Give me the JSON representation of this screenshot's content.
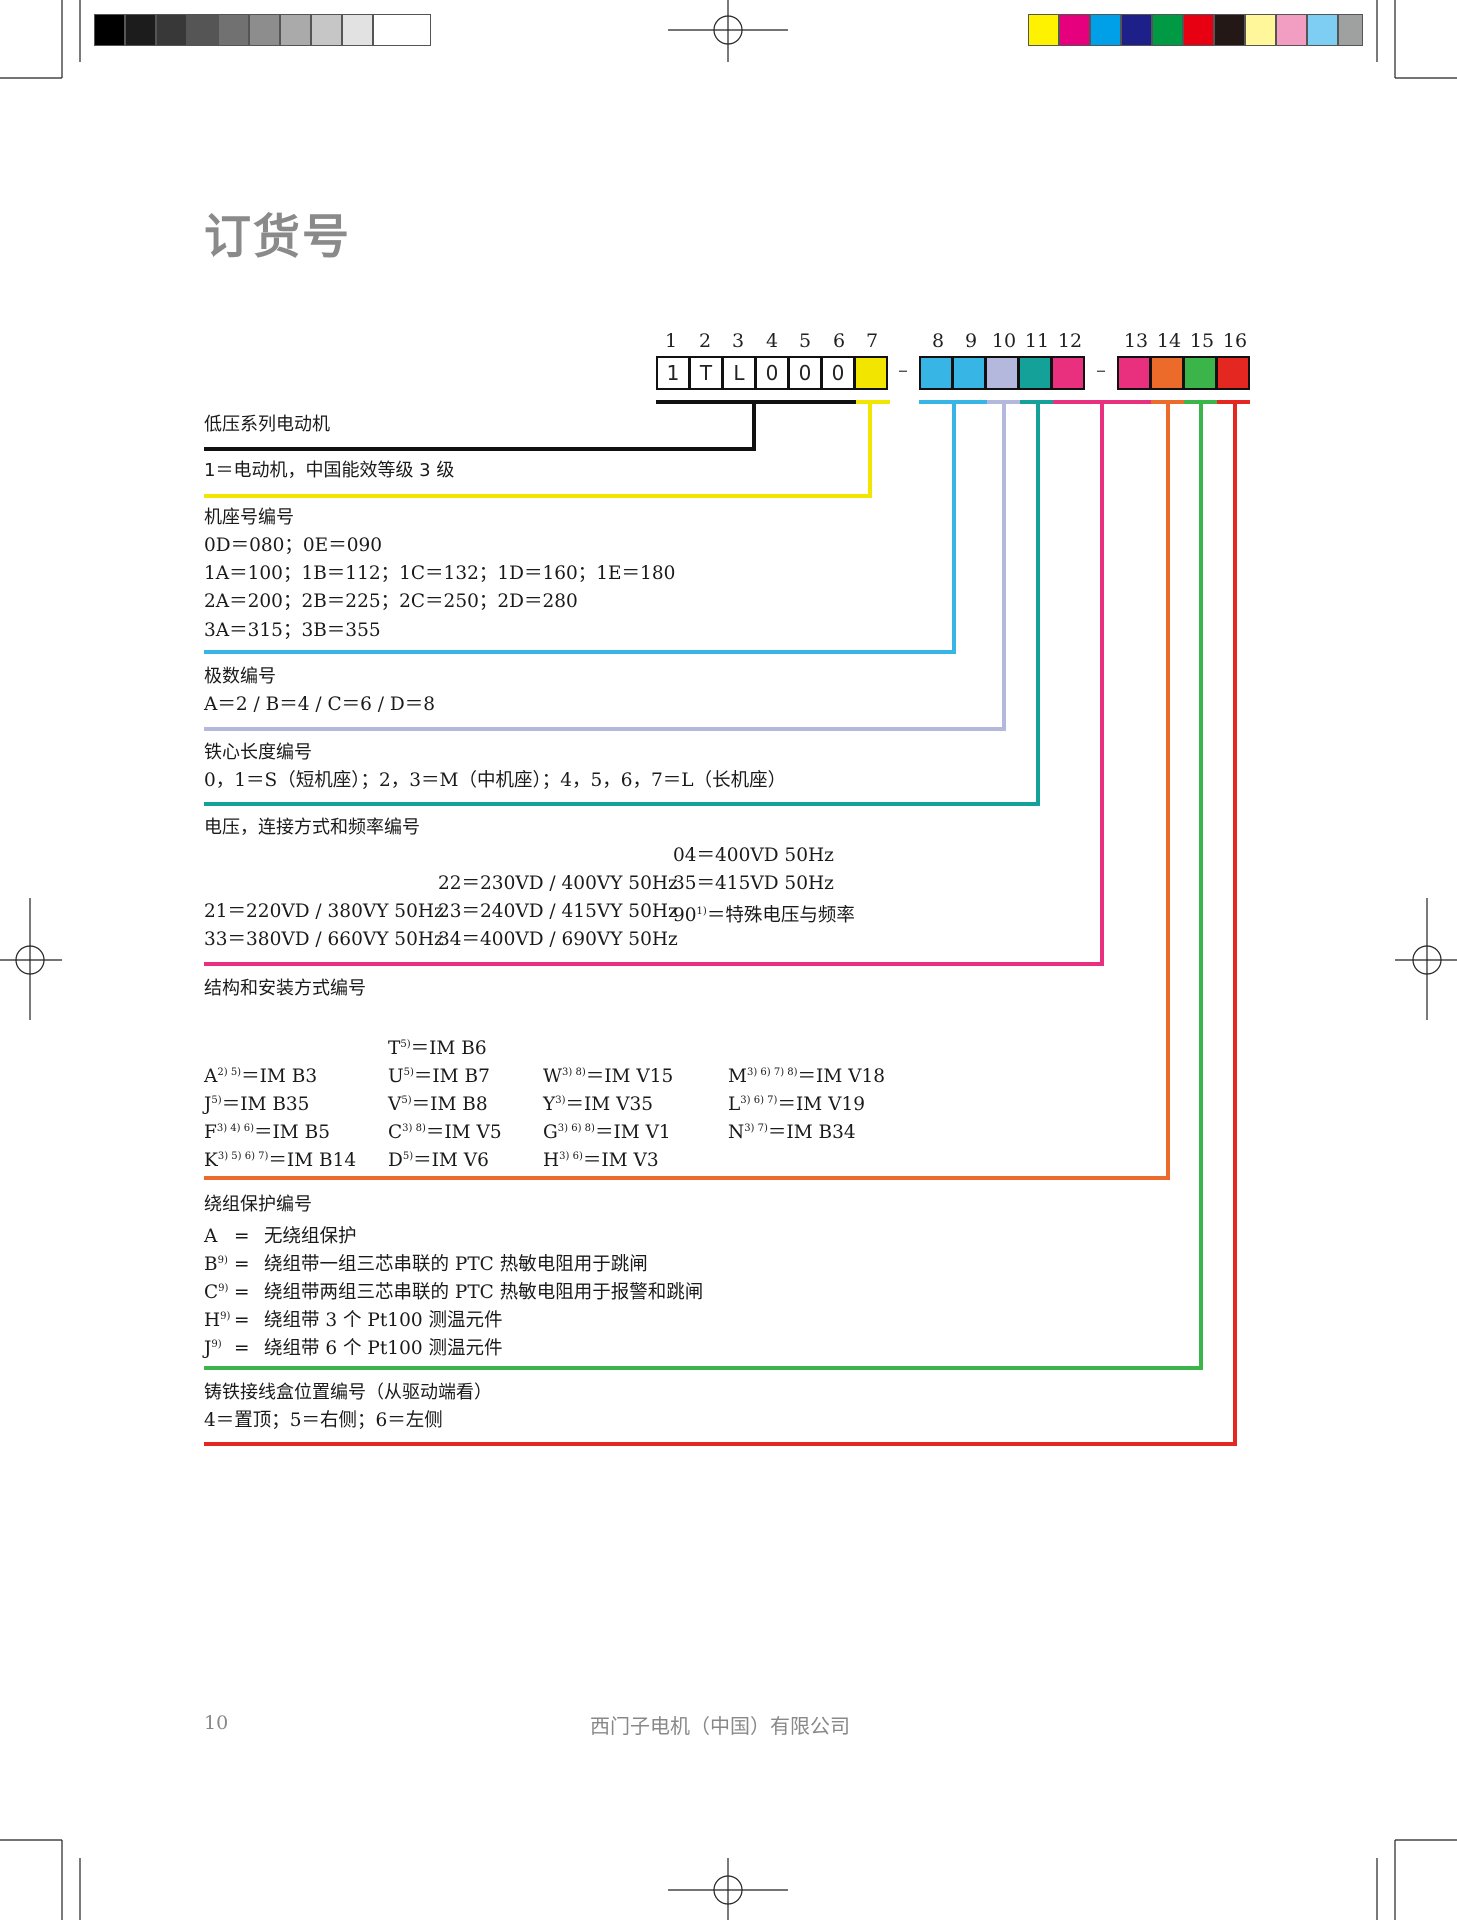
{
  "title": "订货号",
  "positions": [
    "1",
    "2",
    "3",
    "4",
    "5",
    "6",
    "7",
    "8",
    "9",
    "10",
    "11",
    "12",
    "13",
    "14",
    "15",
    "16"
  ],
  "code_chars": [
    "1",
    "T",
    "L",
    "0",
    "0",
    "0"
  ],
  "separators": [
    "–",
    "–"
  ],
  "colors": {
    "black": "#111111",
    "yellow": "#f2e600",
    "cyan": "#37b6e6",
    "lavender": "#b4b8dc",
    "teal": "#13a19a",
    "pink": "#e8307f",
    "magenta": "#e8307f",
    "orange": "#ec6a2a",
    "green": "#3bb44a",
    "red": "#e52722"
  },
  "sections": {
    "series": {
      "heading": "低压系列电动机"
    },
    "efficiency": {
      "line1": "1＝电动机，中国能效等级 3 级"
    },
    "frame": {
      "heading": "机座号编号",
      "lines": [
        "0D＝080；0E＝090",
        "1A＝100；1B＝112；1C＝132；1D＝160；1E＝180",
        "2A＝200；2B＝225；2C＝250；2D＝280",
        "3A＝315；3B＝355"
      ]
    },
    "poles": {
      "heading": "极数编号",
      "line1": "A＝2 / B＝4 / C＝6 / D＝8"
    },
    "core": {
      "heading": "铁心长度编号",
      "line1": "0，1＝S（短机座）；2，3＝M（中机座）；4，5，6，7＝L（长机座）"
    },
    "voltage": {
      "heading": "电压，连接方式和频率编号",
      "col1": [
        "21＝220VD / 380VY 50Hz",
        "33＝380VD / 660VY 50Hz"
      ],
      "col2": [
        "22＝230VD / 400VY 50Hz",
        "23＝240VD / 415VY 50Hz",
        "34＝400VD / 690VY 50Hz"
      ],
      "col3": [
        "04＝400VD 50Hz",
        "35＝415VD 50Hz"
      ],
      "special_code": "90",
      "special_sup": "1)",
      "special_text": "＝特殊电压与频率"
    },
    "mounting": {
      "heading": "结构和安装方式编号",
      "items": [
        {
          "code": "T",
          "sup": "5)",
          "value": "＝IM B6"
        },
        {
          "code": "A",
          "sup": "2) 5)",
          "value": "＝IM B3"
        },
        {
          "code": "J",
          "sup": "5)",
          "value": "＝IM B35"
        },
        {
          "code": "F",
          "sup": "3) 4) 6)",
          "value": "＝IM B5"
        },
        {
          "code": "K",
          "sup": "3) 5) 6) 7)",
          "value": "＝IM B14"
        },
        {
          "code": "U",
          "sup": "5)",
          "value": "＝IM B7"
        },
        {
          "code": "V",
          "sup": "5)",
          "value": "＝IM B8"
        },
        {
          "code": "C",
          "sup": "3) 8)",
          "value": "＝IM V5"
        },
        {
          "code": "D",
          "sup": "5)",
          "value": "＝IM V6"
        },
        {
          "code": "W",
          "sup": "3) 8)",
          "value": "＝IM V15"
        },
        {
          "code": "Y",
          "sup": "3)",
          "value": "＝IM V35"
        },
        {
          "code": "G",
          "sup": "3) 6) 8)",
          "value": "＝IM V1"
        },
        {
          "code": "H",
          "sup": "3) 6)",
          "value": "＝IM V3"
        },
        {
          "code": "M",
          "sup": "3) 6) 7) 8)",
          "value": "＝IM V18"
        },
        {
          "code": "L",
          "sup": "3) 6) 7)",
          "value": "＝IM V19"
        },
        {
          "code": "N",
          "sup": "3) 7)",
          "value": "＝IM B34"
        }
      ]
    },
    "winding": {
      "heading": "绕组保护编号",
      "items": [
        {
          "code": "A",
          "sup": "",
          "eq": "=",
          "text": "无绕组保护"
        },
        {
          "code": "B",
          "sup": "9)",
          "eq": "=",
          "text": "绕组带一组三芯串联的 PTC 热敏电阻用于跳闸"
        },
        {
          "code": "C",
          "sup": "9)",
          "eq": "=",
          "text": "绕组带两组三芯串联的 PTC 热敏电阻用于报警和跳闸"
        },
        {
          "code": "H",
          "sup": "9)",
          "eq": "=",
          "text": "绕组带 3 个 Pt100 测温元件"
        },
        {
          "code": "J",
          "sup": "9)",
          "eq": "=",
          "text": "绕组带 6 个 Pt100 测温元件"
        }
      ]
    },
    "terminal": {
      "heading": "铸铁接线盒位置编号（从驱动端看）",
      "line1": "4＝置顶；5＝右侧；6＝左侧"
    }
  },
  "footer": {
    "page_number": "10",
    "company": "西门子电机（中国）有限公司"
  }
}
